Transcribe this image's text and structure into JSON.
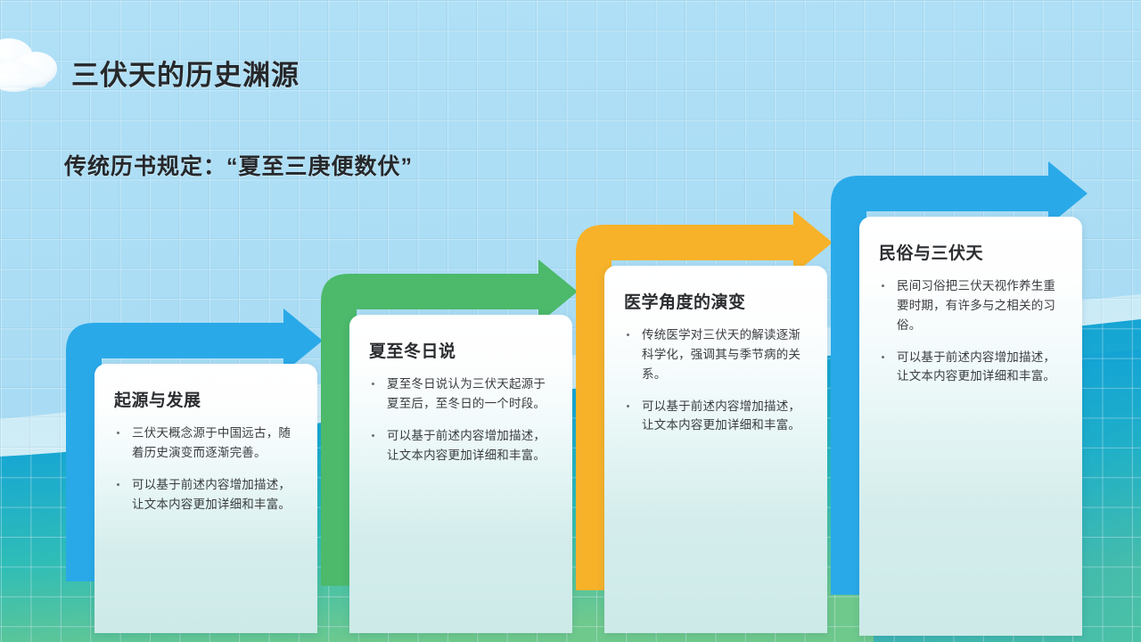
{
  "slide": {
    "title": "三伏天的历史渊源",
    "subtitle": "传统历书规定：“夏至三庚便数伏”",
    "background_color": "#ACDEF5",
    "wave_colors": {
      "light": "#BEE6F7",
      "blue": "#0D9CDB",
      "teal": "#1BAFCE",
      "green": "#6EC98A"
    }
  },
  "decorations": {
    "cloud": "cloud-icon"
  },
  "steps": [
    {
      "index": "1",
      "arrow_color": "#2AA9E8",
      "arrow_name": "arrow-step-1",
      "heading": "起源与发展",
      "bullets": [
        "三伏天概念源于中国远古，随着历史演变而逐渐完善。",
        "可以基于前述内容增加描述，让文本内容更加详细和丰富。"
      ]
    },
    {
      "index": "2",
      "arrow_color": "#4CB96B",
      "arrow_name": "arrow-step-2",
      "heading": "夏至冬日说",
      "bullets": [
        "夏至冬日说认为三伏天起源于夏至后，至冬日的一个时段。",
        "可以基于前述内容增加描述，让文本内容更加详细和丰富。"
      ]
    },
    {
      "index": "3",
      "arrow_color": "#F9B günstig",
      "arrow_name": "arrow-step-3",
      "heading": "医学角度的演变",
      "bullets": [
        "传统医学对三伏天的解读逐渐科学化，强调其与季节病的关系。",
        "可以基于前述内容增加描述，让文本内容更加详细和丰富。"
      ]
    },
    {
      "index": "4",
      "arrow_color": "#2AA9E8",
      "arrow_name": "arrow-step-4",
      "heading": "民俗与三伏天",
      "bullets": [
        "民间习俗把三伏天视作养生重要时期，有许多与之相关的习俗。",
        "可以基于前述内容增加描述，让文本内容更加详细和丰富。"
      ]
    }
  ]
}
